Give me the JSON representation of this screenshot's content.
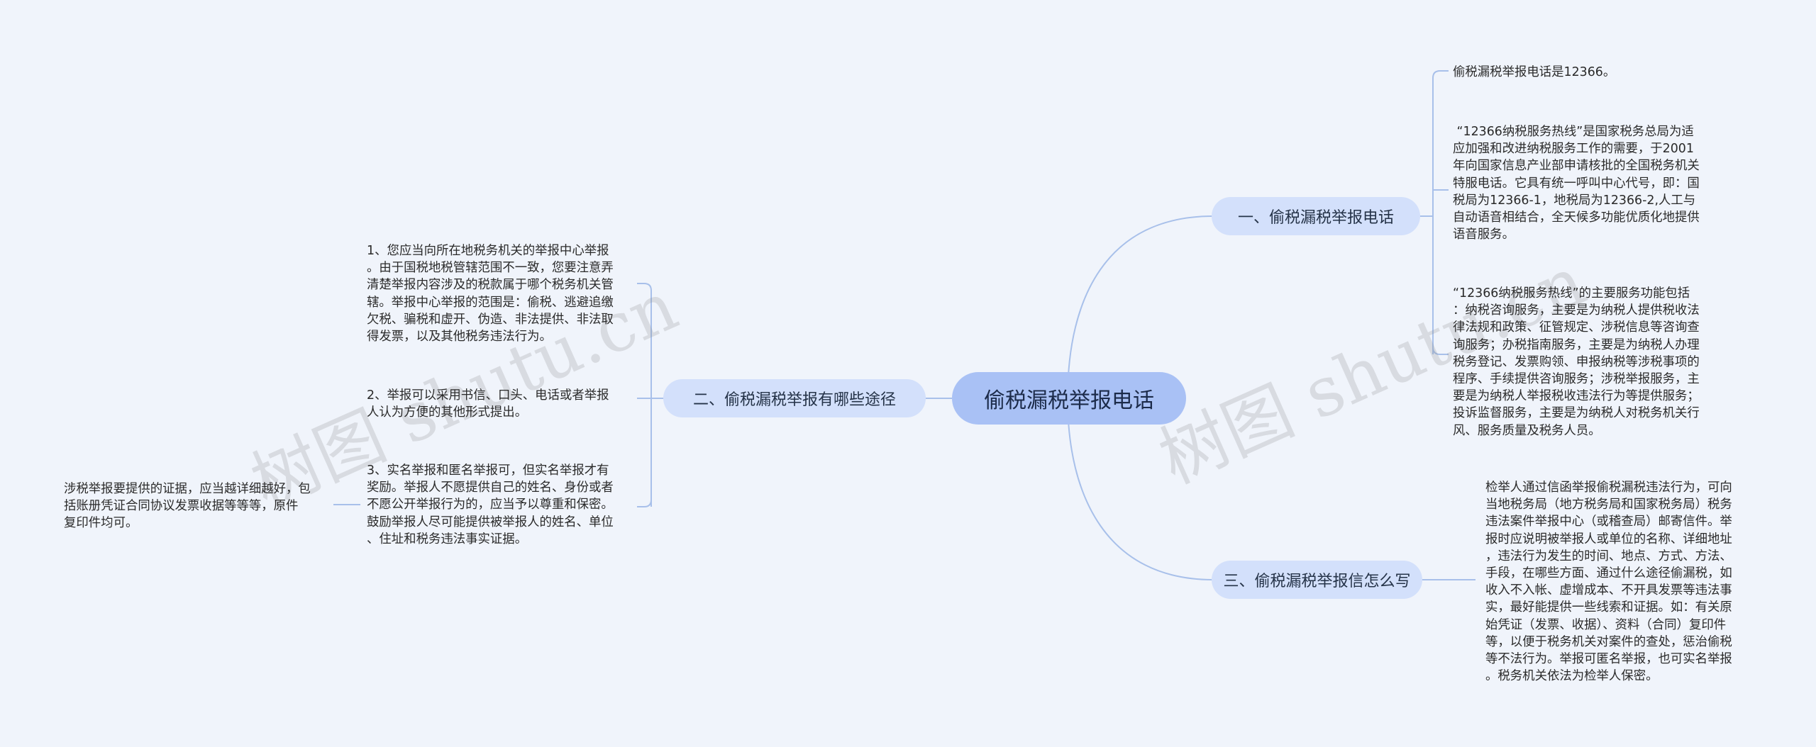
{
  "root": "偷税漏税举报电话",
  "branches": {
    "b1": "一、偷税漏税举报电话",
    "b2": "二、偷税漏税举报有哪些途径",
    "b3": "三、偷税漏税举报信怎么写"
  },
  "leaves": {
    "l1": "偷税漏税举报电话是12366。",
    "l2": " “12366纳税服务热线”是国家税务总局为适\n应加强和改进纳税服务工作的需要，于2001\n年向国家信息产业部申请核批的全国税务机关\n特服电话。它具有统一呼叫中心代号，即：国\n税局为12366-1，地税局为12366-2,人工与\n自动语音相结合，全天候多功能优质化地提供\n语音服务。",
    "l3": "“12366纳税服务热线”的主要服务功能包括\n：纳税咨询服务，主要是为纳税人提供税收法\n律法规和政策、征管规定、涉税信息等咨询查\n询服务；办税指南服务，主要是为纳税人办理\n税务登记、发票购领、申报纳税等涉税事项的\n程序、手续提供咨询服务；涉税举报服务，主\n要是为纳税人举报税收违法行为等提供服务；\n投诉监督服务，主要是为纳税人对税务机关行\n风、服务质量及税务人员。",
    "l4": "1、您应当向所在地税务机关的举报中心举报\n。由于国税地税管辖范围不一致，您要注意弄\n清楚举报内容涉及的税款属于哪个税务机关管\n辖。举报中心举报的范围是：偷税、逃避追缴\n欠税、骗税和虚开、伪造、非法提供、非法取\n得发票，以及其他税务违法行为。",
    "l5": "2、举报可以采用书信、口头、电话或者举报\n人认为方便的其他形式提出。",
    "l6": "3、实名举报和匿名举报可，但实名举报才有\n奖励。举报人不愿提供自己的姓名、身份或者\n不愿公开举报行为的，应当予以尊重和保密。\n鼓励举报人尽可能提供被举报人的姓名、单位\n、住址和税务违法事实证据。",
    "l7": "涉税举报要提供的证据，应当越详细越好，包\n括账册凭证合同协议发票收据等等等，原件\n复印件均可。",
    "l8": "检举人通过信函举报偷税漏税违法行为，可向\n当地税务局（地方税务局和国家税务局）税务\n违法案件举报中心（或稽查局）邮寄信件。举\n报时应说明被举报人或单位的名称、详细地址\n，违法行为发生的时间、地点、方式、方法、\n手段，在哪些方面、通过什么途径偷漏税，如\n收入不入帐、虚增成本、不开具发票等违法事\n实，最好能提供一些线索和证据。如：有关原\n始凭证（发票、收据）、资料（合同）复印件\n等，以便于税务机关对案件的查处，惩治偷税\n等不法行为。举报可匿名举报，也可实名举报\n。税务机关依法为检举人保密。"
  },
  "watermarks": [
    "树图 shutu.cn",
    "树图 shutu.cn"
  ],
  "colors": {
    "background": "#f0f4fb",
    "root": "#a9c1f5",
    "branch": "#d3e0fb",
    "link": "#a8c0ea"
  }
}
